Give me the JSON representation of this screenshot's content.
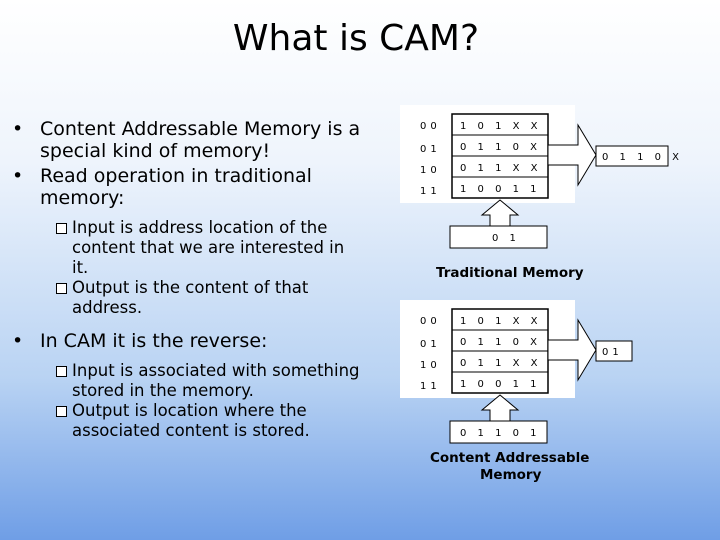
{
  "slide": {
    "title": "What is CAM?",
    "bullets": {
      "b1_line1": "Content Addressable Memory is a",
      "b1_line2": "special kind of memory!",
      "b2_line1": "Read operation in traditional",
      "b2_line2": "memory:",
      "s1_line1": "Input is address location of the",
      "s1_line2": "content that we are interested in",
      "s1_line3": "it.",
      "s2_line1": "Output is the content of that",
      "s2_line2": "address.",
      "b3": "In CAM it is the reverse:",
      "s3_line1": "Input is associated with something",
      "s3_line2": "stored in the memory.",
      "s4_line1": "Output is location where the",
      "s4_line2": "associated content is stored."
    }
  },
  "diagram": {
    "traditional": {
      "addresses": [
        "00",
        "01",
        "10",
        "11"
      ],
      "contents": [
        "1 0 1 X X",
        "0 1 1 0 X",
        "0 1 1 X X",
        "1 0 0 1 1"
      ],
      "input": "0 1",
      "output": "0 1 1 0 X",
      "caption": "Traditional Memory"
    },
    "cam": {
      "addresses": [
        "00",
        "01",
        "10",
        "11"
      ],
      "contents": [
        "1 0 1 X X",
        "0 1 1 0 X",
        "0 1 1 X X",
        "1 0 0 1 1"
      ],
      "input": "0 1 1 0 1",
      "output": "01",
      "caption_line1": "Content Addressable",
      "caption_line2": "Memory"
    }
  }
}
